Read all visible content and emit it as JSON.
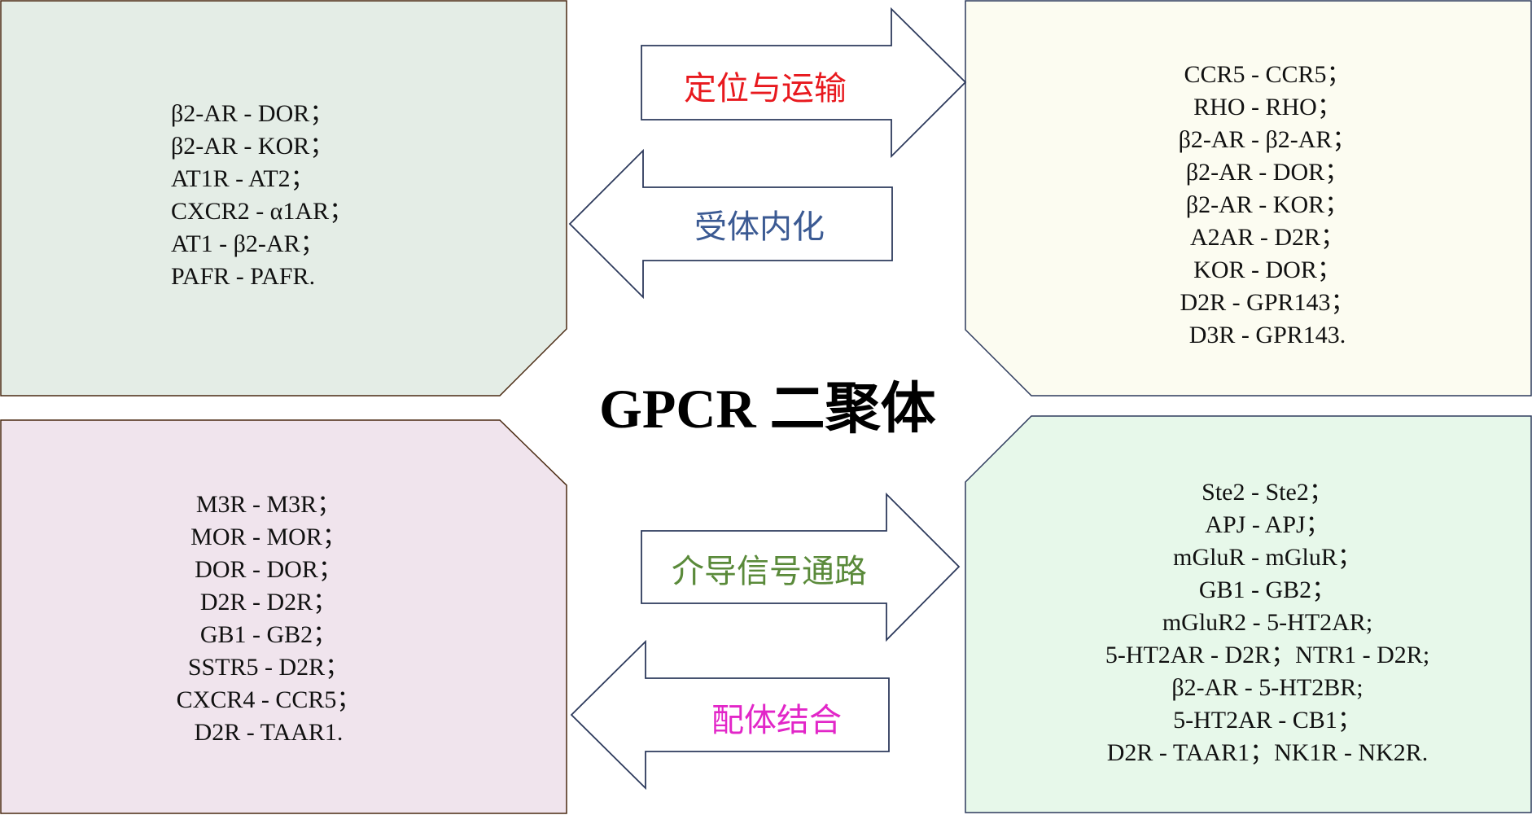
{
  "title": "GPCR 二聚体",
  "boxes": {
    "top_left": {
      "fill": "#e4ede6",
      "stroke": "#4a2a12",
      "lines": [
        "β2-AR - DOR；",
        "β2-AR - KOR；",
        "AT1R - AT2；",
        "CXCR2 - α1AR；",
        "AT1 - β2-AR；",
        "PAFR - PAFR."
      ]
    },
    "top_right": {
      "fill": "#fcfcf1",
      "stroke": "#2d3a5c",
      "lines": [
        "CCR5 - CCR5；",
        "RHO - RHO；",
        "β2-AR - β2-AR；",
        "β2-AR - DOR；",
        "β2-AR - KOR；",
        "A2AR - D2R；",
        "KOR - DOR；",
        "D2R - GPR143；",
        "D3R - GPR143."
      ]
    },
    "bottom_left": {
      "fill": "#f0e4ed",
      "stroke": "#4a2a12",
      "lines": [
        "M3R - M3R；",
        "MOR - MOR；",
        "DOR - DOR；",
        "D2R - D2R；",
        "GB1 - GB2；",
        "SSTR5 - D2R；",
        "CXCR4 - CCR5；",
        "D2R - TAAR1."
      ]
    },
    "bottom_right": {
      "fill": "#e7f8ea",
      "stroke": "#2d3a5c",
      "lines": [
        "Ste2 - Ste2；",
        "APJ - APJ；",
        "mGluR - mGluR；",
        "GB1 - GB2；",
        "mGluR2 - 5-HT2AR;",
        "5-HT2AR - D2R；NTR1 - D2R;",
        "β2-AR - 5-HT2BR;",
        "5-HT2AR - CB1；",
        "D2R - TAAR1；NK1R - NK2R."
      ]
    }
  },
  "arrows": {
    "localization": {
      "label": "定位与运输",
      "direction": "right",
      "color": "#e8191e"
    },
    "internalization": {
      "label": "受体内化",
      "direction": "left",
      "color": "#3b5a93"
    },
    "signaling": {
      "label": "介导信号通路",
      "direction": "right",
      "color": "#5a8a3a"
    },
    "ligand_binding": {
      "label": "配体结合",
      "direction": "left",
      "color": "#e226c8"
    }
  },
  "arrow_stroke": "#2d3a5c"
}
